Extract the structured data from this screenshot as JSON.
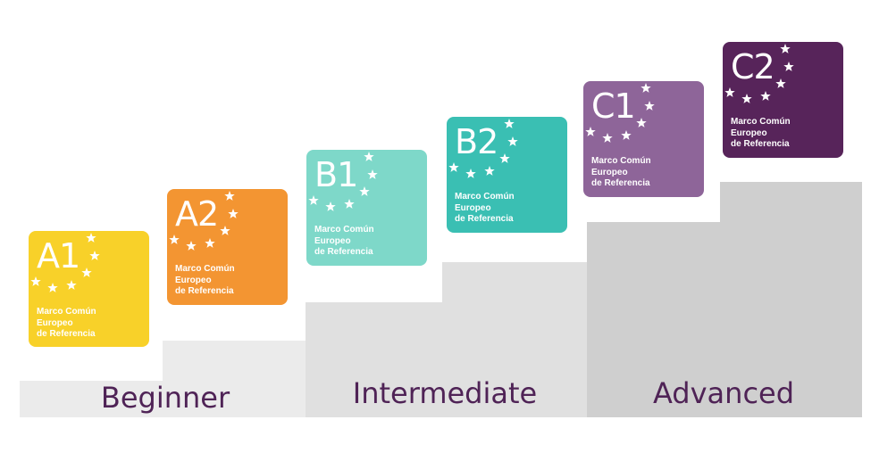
{
  "subtitle_lines": [
    "Marco Común",
    "Europeo",
    "de Referencia"
  ],
  "levels": [
    {
      "code": "A1",
      "color": "#f8d129"
    },
    {
      "code": "A2",
      "color": "#f39532"
    },
    {
      "code": "B1",
      "color": "#7ed8c9"
    },
    {
      "code": "B2",
      "color": "#3abfb3"
    },
    {
      "code": "C1",
      "color": "#8e6599"
    },
    {
      "code": "C2",
      "color": "#57245a"
    }
  ],
  "tiers": [
    {
      "label": "Beginner"
    },
    {
      "label": "Intermediate"
    },
    {
      "label": "Advanced"
    }
  ],
  "colors": {
    "step_light": "#ebebeb",
    "step_mid": "#e0e0e0",
    "step_dark": "#cfcfcf",
    "tier_text": "#4f2356",
    "star": "#ffffff"
  },
  "icons": [
    "star-icon"
  ]
}
